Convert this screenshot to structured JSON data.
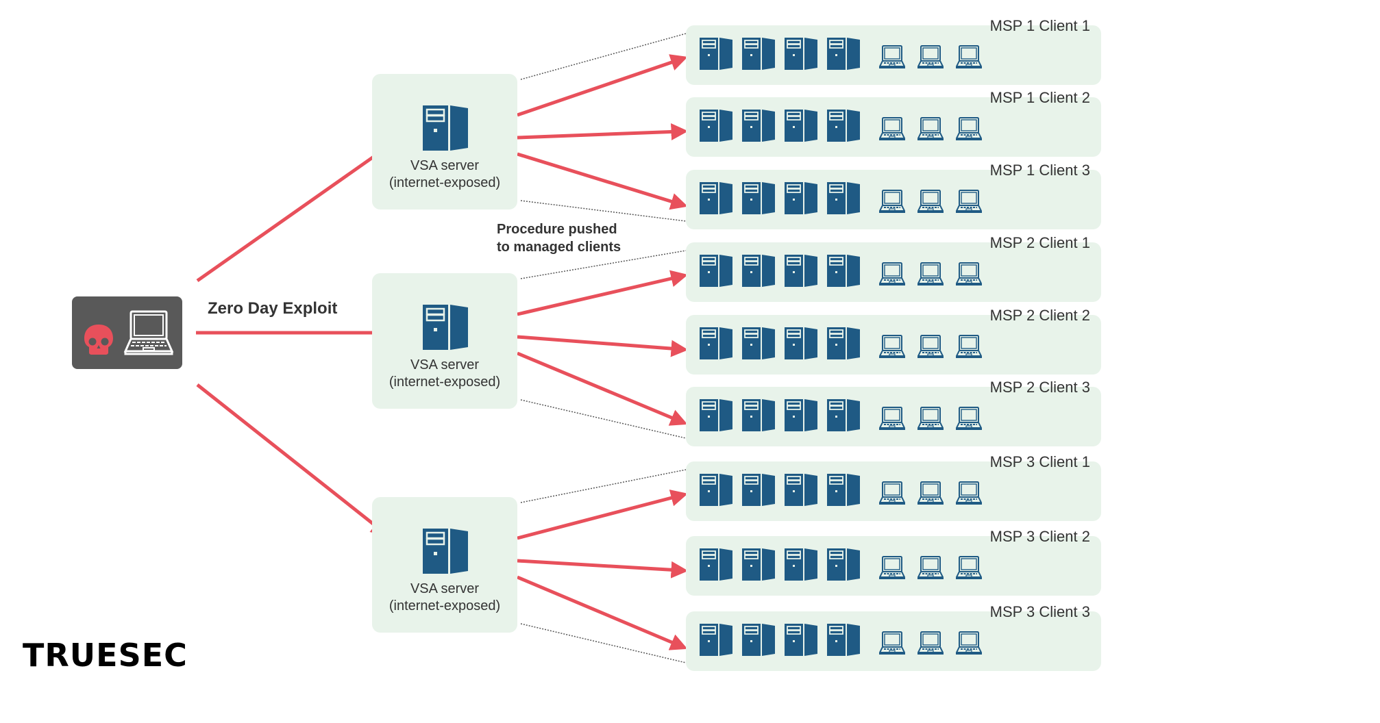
{
  "colors": {
    "arrow": "#e8505b",
    "server": "#1f5a84",
    "box_bg": "#e8f3ea",
    "attacker_bg": "#595959",
    "skull": "#e8505b",
    "dotted": "#555555"
  },
  "attacker": {
    "icons": [
      "skull-icon",
      "laptop-icon"
    ],
    "exploit_label": "Zero Day Exploit"
  },
  "procedure_label": {
    "line1": "Procedure pushed",
    "line2": "to managed clients"
  },
  "vsa_servers": [
    {
      "label_line1": "VSA server",
      "label_line2": "(internet-exposed)"
    },
    {
      "label_line1": "VSA server",
      "label_line2": "(internet-exposed)"
    },
    {
      "label_line1": "VSA server",
      "label_line2": "(internet-exposed)"
    }
  ],
  "clients": [
    {
      "title": "MSP 1 Client 1",
      "servers": 4,
      "laptops": 3
    },
    {
      "title": "MSP 1 Client 2",
      "servers": 4,
      "laptops": 3
    },
    {
      "title": "MSP 1 Client 3",
      "servers": 4,
      "laptops": 3
    },
    {
      "title": "MSP 2 Client 1",
      "servers": 4,
      "laptops": 3
    },
    {
      "title": "MSP 2 Client 2",
      "servers": 4,
      "laptops": 3
    },
    {
      "title": "MSP 2 Client 3",
      "servers": 4,
      "laptops": 3
    },
    {
      "title": "MSP 3 Client 1",
      "servers": 4,
      "laptops": 3
    },
    {
      "title": "MSP 3 Client 2",
      "servers": 4,
      "laptops": 3
    },
    {
      "title": "MSP 3 Client 3",
      "servers": 4,
      "laptops": 3
    }
  ],
  "logo": "TRUESEC"
}
